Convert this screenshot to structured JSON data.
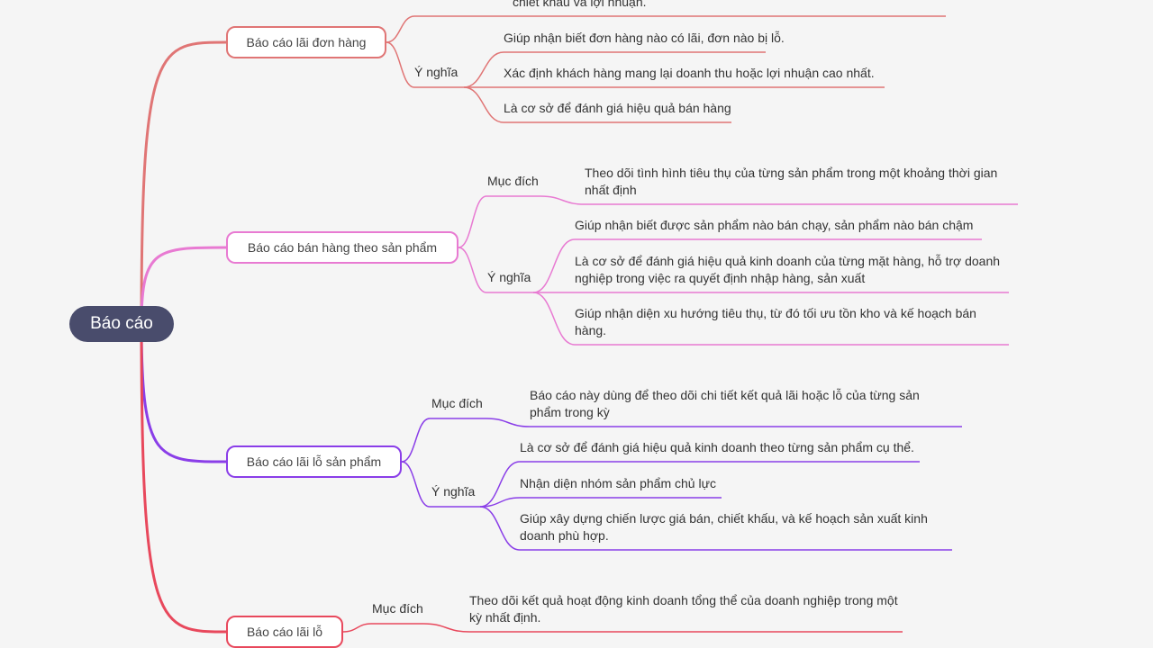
{
  "root": {
    "label": "Báo cáo",
    "color": "#494c6c"
  },
  "branches": [
    {
      "label": "Báo cáo lãi đơn hàng",
      "color": "#e07575",
      "groups": [
        {
          "label": "",
          "leaves": [
            "chiết khấu và lợi nhuận."
          ]
        },
        {
          "label": "Ý nghĩa",
          "leaves": [
            "Giúp nhận biết đơn hàng nào có lãi, đơn nào bị lỗ.",
            "Xác định khách hàng mang lại doanh thu hoặc lợi nhuận cao nhất.",
            "Là cơ sở để đánh giá hiệu quả bán hàng"
          ]
        }
      ]
    },
    {
      "label": "Báo cáo bán hàng theo sản phẩm",
      "color": "#e87ad2",
      "groups": [
        {
          "label": "Mục đích",
          "leaves": [
            "Theo dõi tình hình tiêu thụ của từng sản phẩm trong một khoảng thời gian nhất định"
          ]
        },
        {
          "label": "Ý nghĩa",
          "leaves": [
            "Giúp nhận biết được sản phẩm nào bán chạy, sản phẩm nào bán chậm",
            "Là cơ sở để đánh giá hiệu quả kinh doanh của từng mặt hàng, hỗ trợ doanh nghiệp trong việc ra quyết định nhập hàng, sản xuất",
            "Giúp nhận diện xu hướng tiêu thụ, từ đó tối ưu tồn kho và kế hoạch bán hàng."
          ]
        }
      ]
    },
    {
      "label": "Báo cáo lãi lỗ sản phẩm",
      "color": "#8a3ee8",
      "groups": [
        {
          "label": "Mục đích",
          "leaves": [
            "Báo cáo này dùng để theo dõi chi tiết kết quả lãi hoặc lỗ của từng sản phẩm trong kỳ"
          ]
        },
        {
          "label": "Ý nghĩa",
          "leaves": [
            "Là cơ sở để đánh giá hiệu quả kinh doanh theo từng sản phẩm cụ thể.",
            "Nhận diện nhóm sản phẩm chủ lực",
            "Giúp xây dựng chiến lược giá bán, chiết khấu, và kế hoạch sản xuất kinh doanh phù hợp."
          ]
        }
      ]
    },
    {
      "label": "Báo cáo lãi lỗ",
      "color": "#e8485c",
      "groups": [
        {
          "label": "Mục đích",
          "leaves": [
            "Theo dõi kết quả hoạt động kinh doanh tổng thể của doanh nghiệp trong một kỳ nhất định."
          ]
        }
      ]
    }
  ]
}
